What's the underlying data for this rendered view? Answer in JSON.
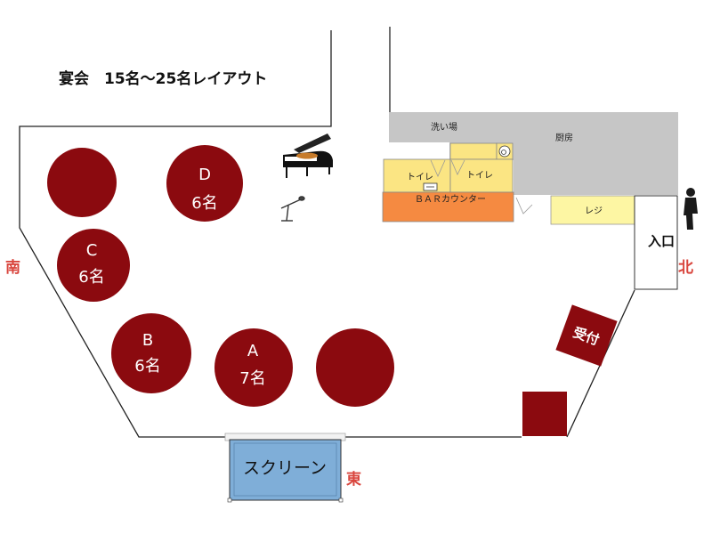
{
  "title": "宴会　15名～25名レイアウト",
  "directions": {
    "south": "南",
    "north": "北",
    "east": "東"
  },
  "rooms": {
    "washing": "洗い場",
    "kitchen": "厨房",
    "toilet_left": "トイレ",
    "toilet_right": "トイレ",
    "bar_counter": "ＢＡＲカウンター",
    "register": "レジ",
    "entrance": "入口",
    "reception": "受付",
    "screen": "スクリーン"
  },
  "tables": [
    {
      "id": "A",
      "label": "A",
      "capacity": "7名"
    },
    {
      "id": "B",
      "label": "B",
      "capacity": "6名"
    },
    {
      "id": "C",
      "label": "C",
      "capacity": "6名"
    },
    {
      "id": "D",
      "label": "D",
      "capacity": "6名"
    },
    {
      "id": "E",
      "label": "",
      "capacity": ""
    },
    {
      "id": "F",
      "label": "",
      "capacity": ""
    }
  ],
  "colors": {
    "table": "#8b0a0f",
    "service_area": "#c6c6c6",
    "toilet": "#fbe583",
    "bar_counter": "#f58a41",
    "register": "#fdf6a3",
    "screen": "#7faed8",
    "direction": "#d9463e"
  },
  "icons": [
    "grand-piano-icon",
    "microphone-icon",
    "person-icon",
    "wheelchair-icon",
    "sink-icon"
  ]
}
